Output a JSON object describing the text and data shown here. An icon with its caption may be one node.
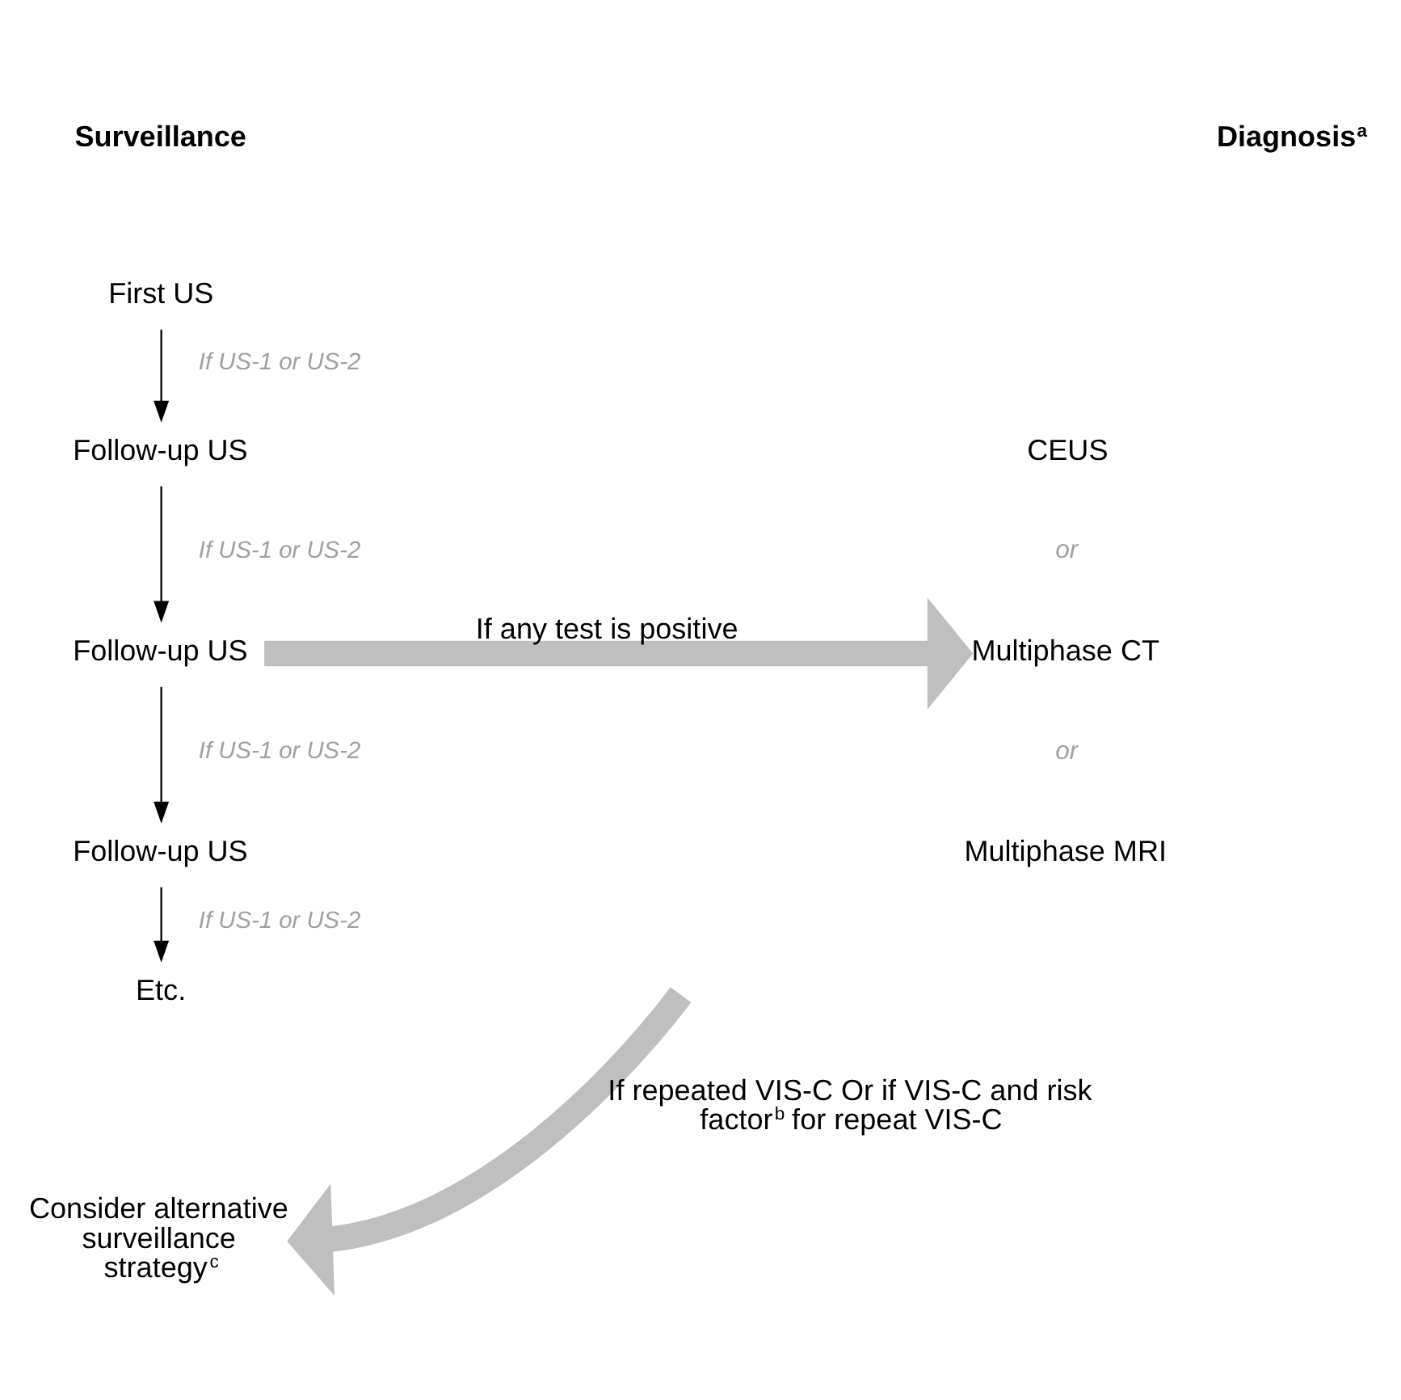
{
  "diagram": {
    "nodes": [
      {
        "text": [
          "First US"
        ]
      },
      {
        "text": [
          "Follow-up US"
        ]
      },
      {
        "text": [
          "Follow-up US"
        ]
      },
      {
        "text": [
          "Follow-up US"
        ]
      },
      {
        "text": [
          "Etc."
        ]
      },
      {
        "text": [
          "CEUS"
        ]
      },
      {
        "text": [
          "Multiphase CT"
        ]
      },
      {
        "text": [
          "Multiphase MRI"
        ]
      },
      {
        "text": [
          "Consider alternative surveillance strategy$^{c}$"
        ]
      }
    ],
    "edges": [
      {
        "from": 0,
        "to": 1,
        "arrow": "to",
        "label": "If US-1 or US-2"
      },
      {
        "from": 1,
        "to": 2,
        "arrow": "to",
        "label": "If US-1 or US-2"
      },
      {
        "from": 2,
        "to": 3,
        "arrow": "to",
        "label": "If US-1 or US-2"
      },
      {
        "from": 3,
        "to": 4,
        "arrow": "to",
        "label": "If US-1 or US-2"
      },
      {
        "from": 2,
        "to": 6,
        "arrow": "to",
        "label": "If any test is positive",
        "style": "thick",
        "color": "#bfbfbf"
      },
      {
        "from": null,
        "to": 8,
        "arrow": "to",
        "label": "If repeated VIS-C Or if VIS-C and risk factor$^{b}$ for repeat VIS-C",
        "style": "thick",
        "color": "#bfbfbf"
      }
    ],
    "labels": [
      "Surveillance",
      "Diagnosis$^{a}$",
      "or",
      "or"
    ]
  }
}
